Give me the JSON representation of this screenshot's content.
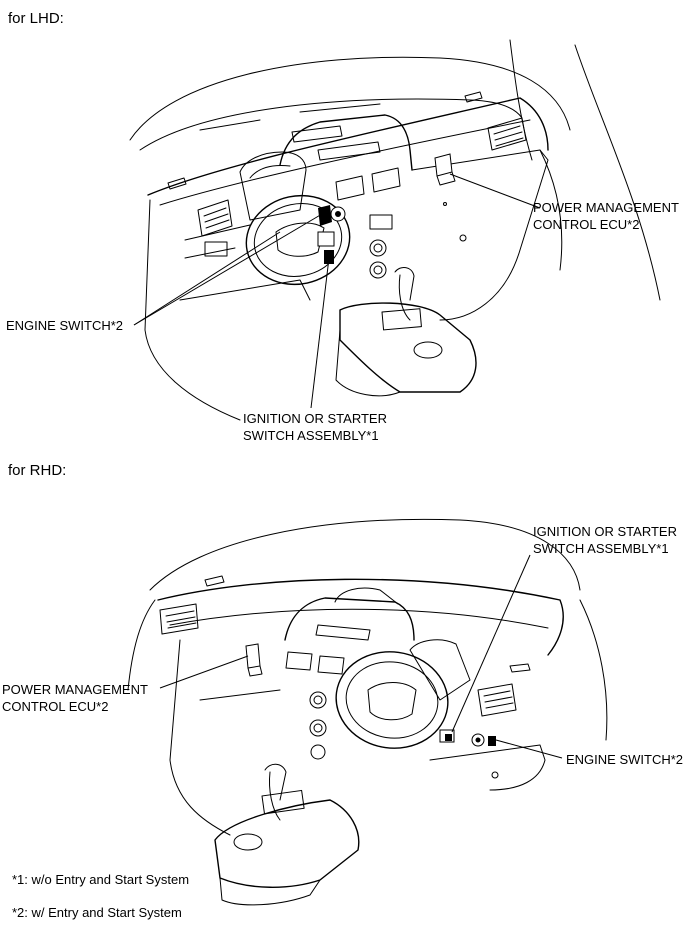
{
  "sections": {
    "lhd": {
      "heading": "for LHD:",
      "labels": {
        "pm_ecu_line1": "POWER MANAGEMENT",
        "pm_ecu_line2": "CONTROL ECU*2",
        "engine_switch": "ENGINE SWITCH*2",
        "ignition_line1": "IGNITION OR STARTER",
        "ignition_line2": "SWITCH ASSEMBLY*1"
      }
    },
    "rhd": {
      "heading": "for RHD:",
      "labels": {
        "ignition_line1": "IGNITION OR STARTER",
        "ignition_line2": "SWITCH ASSEMBLY*1",
        "pm_ecu_line1": "POWER MANAGEMENT",
        "pm_ecu_line2": "CONTROL ECU*2",
        "engine_switch": "ENGINE SWITCH*2"
      }
    }
  },
  "footnotes": [
    "*1: w/o Entry and Start System",
    "*2: w/ Entry and Start System"
  ]
}
